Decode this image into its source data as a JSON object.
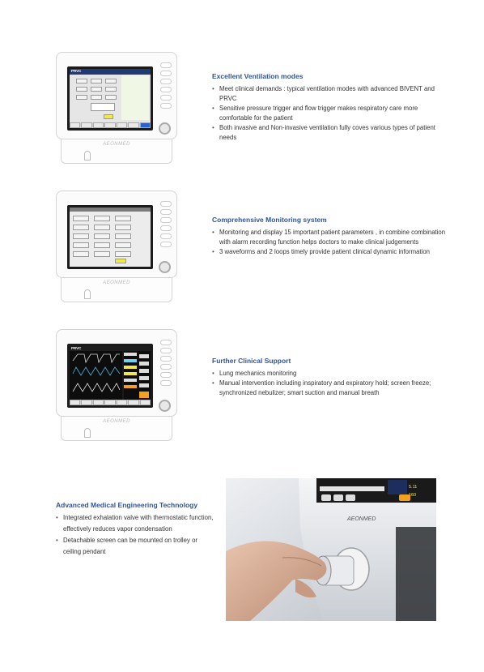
{
  "brand": "AEONMED",
  "sections": [
    {
      "heading": "Excellent Ventilation modes",
      "bullets": [
        "Meet clinical demands : typical ventilation modes with advanced BIVENT and PRVC",
        "Sensitive pressure trigger and flow trigger makes respiratory care more comfortable for the patient",
        "Both invasive and Non-invasive ventilation fully coves various types of patient needs"
      ]
    },
    {
      "heading": "Comprehensive Monitoring system",
      "bullets": [
        "Monitoring and display 15 important patient parameters , in combine combination with alarm recording function helps doctors to make clinical judgements",
        "3 waveforms and 2 loops timely provide patient clinical dynamic information"
      ]
    },
    {
      "heading": "Further Clinical Support",
      "bullets": [
        "Lung mechanics monitoring",
        "Manual intervention including inspiratory and expiratory hold; screen freeze; synchronized nebulizer; smart suction and manual breath"
      ]
    },
    {
      "heading": "Advanced Medical Engineering Technology",
      "bullets": [
        "Integrated exhalation valve with thermostatic function, effectively reduces vapor condensation",
        "Detachable screen can be mounted on trolley or ceiling pendant"
      ]
    }
  ],
  "screens": {
    "mode_title": "PRVC",
    "wave_title": "PRVC",
    "photo_values": [
      "5.11",
      "160"
    ]
  },
  "colors": {
    "heading": "#2f5597",
    "screen_header": "#203a74",
    "accent_yellow": "#f4ea3e",
    "accent_orange": "#f3a01c"
  }
}
